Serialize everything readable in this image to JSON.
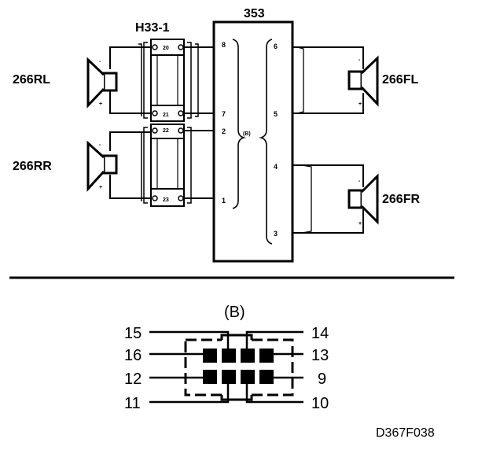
{
  "diagram": {
    "unit_label": "353",
    "harness_label": "H33-1",
    "speakers": {
      "rear_left": "266RL",
      "rear_right": "266RR",
      "front_left": "266FL",
      "front_right": "266FR"
    },
    "harness_terminals": [
      "20",
      "21",
      "22",
      "23"
    ],
    "unit_pins_left": [
      "8",
      "7",
      "2",
      "1"
    ],
    "unit_pins_right": [
      "6",
      "5",
      "4",
      "3"
    ],
    "bracket_label": "(B)",
    "polarity_plus": "+",
    "polarity_minus": "-"
  },
  "connector": {
    "title": "(B)",
    "pins_top_left": [
      "15",
      "16",
      "12",
      "11"
    ],
    "pins_top_right": [
      "14",
      "13",
      "9",
      "10"
    ]
  },
  "figure_code": "D367F038"
}
